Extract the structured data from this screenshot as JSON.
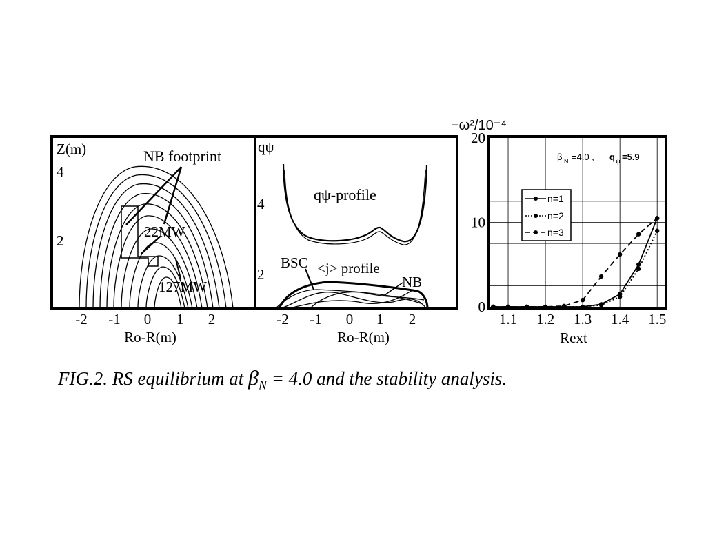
{
  "caption": {
    "prefix": "FIG.2. RS equilibrium at ",
    "symbol": "β",
    "subscript": "N",
    "suffix": " = 4.0 and the stability analysis."
  },
  "chart_data": [
    {
      "type": "contour",
      "ylabel": "Z(m)",
      "xlabel": "Ro-R(m)",
      "x_ticks": [
        "-2",
        "-1",
        "0",
        "1",
        "2"
      ],
      "y_ticks": [
        "4",
        "2"
      ],
      "annotations": [
        "NB footprint",
        "22MW",
        "127MW"
      ]
    },
    {
      "type": "line",
      "ylabel": "qψ",
      "xlabel": "Ro-R(m)",
      "x_ticks": [
        "-2",
        "-1",
        "0",
        "1",
        "2"
      ],
      "y_ticks": [
        "4",
        "2"
      ],
      "annotations": [
        "qψ-profile",
        "BSC",
        "<j> profile",
        "NB"
      ]
    },
    {
      "type": "line",
      "ylabel": "−ω²/10⁻⁴",
      "xlabel": "Rext",
      "xlim": [
        1.05,
        1.52
      ],
      "ylim": [
        0,
        20
      ],
      "x_ticks": [
        "1.1",
        "1.2",
        "1.3",
        "1.4",
        "1.5"
      ],
      "y_ticks": [
        "20",
        "10",
        "0"
      ],
      "params": {
        "beta": "β",
        "beta_sub": "N",
        "beta_val": "=4.0 ,",
        "q": "q",
        "q_sub": "ψ",
        "q_val": "=5.9"
      },
      "grid": true,
      "legend_position": "center-left",
      "series": [
        {
          "name": "n=1",
          "style": "solid",
          "x": [
            1.06,
            1.1,
            1.15,
            1.2,
            1.25,
            1.3,
            1.35,
            1.4,
            1.45,
            1.5
          ],
          "y": [
            0,
            0,
            0,
            0,
            0,
            0,
            0.3,
            1.5,
            5.0,
            10.5
          ]
        },
        {
          "name": "n=2",
          "style": "dotted",
          "x": [
            1.06,
            1.1,
            1.15,
            1.2,
            1.25,
            1.3,
            1.35,
            1.4,
            1.45,
            1.5
          ],
          "y": [
            0,
            0,
            0,
            0,
            0,
            0,
            0.2,
            1.2,
            4.5,
            9.0
          ]
        },
        {
          "name": "n=3",
          "style": "dashed",
          "x": [
            1.06,
            1.1,
            1.15,
            1.2,
            1.25,
            1.3,
            1.35,
            1.4,
            1.45,
            1.5
          ],
          "y": [
            0,
            0,
            0,
            0,
            0.1,
            0.8,
            3.6,
            6.2,
            8.6,
            10.5
          ]
        }
      ]
    }
  ]
}
